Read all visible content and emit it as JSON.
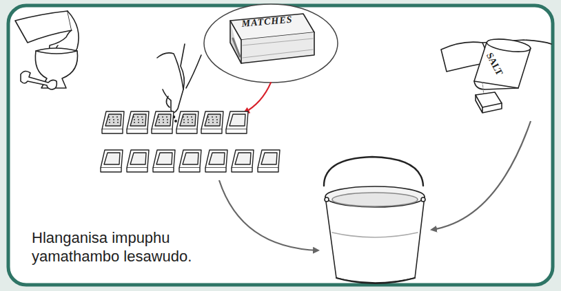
{
  "diagram": {
    "caption": "Hlanganisa impuphu yamathambo lesawudo.",
    "labels": [
      "MATCHES",
      "SALT"
    ]
  }
}
